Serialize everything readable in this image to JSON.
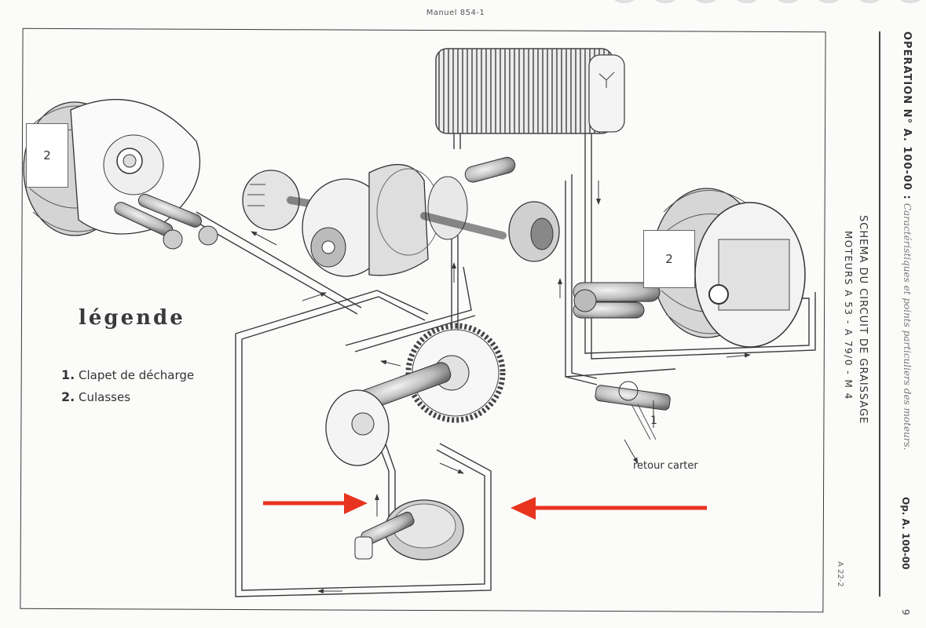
{
  "document": {
    "header_title": "Manuel 854-1",
    "operation": {
      "label": "OPERATION N° A. 100-00 :",
      "subject": "Caractéristiques et points particuliers des moteurs."
    },
    "schema": {
      "title": "SCHEMA DU CIRCUIT DE GRAISSAGE",
      "subtitle": "MOTEURS  A 53 - A 79/0 - M 4"
    },
    "op_code": "Op. A. 100-00",
    "page_number": "9",
    "figure_ref": "A 22-2"
  },
  "legend": {
    "title": "légende",
    "items": [
      {
        "number": "1.",
        "label": "Clapet de décharge"
      },
      {
        "number": "2.",
        "label": "Culasses"
      }
    ]
  },
  "diagram": {
    "callouts": [
      {
        "number": "2",
        "target": "left-cylinder-head"
      },
      {
        "number": "2",
        "target": "right-cylinder-head"
      }
    ],
    "marker_1": "1",
    "retour_label": "retour carter",
    "components": [
      "oil-cooler",
      "crankshaft",
      "camshaft-gear",
      "oil-pump",
      "oil-strainer",
      "relief-valve",
      "cylinder-head-left",
      "cylinder-head-right"
    ],
    "highlight_arrow_color": "#e8331f",
    "line_color": "#3a3a3a"
  }
}
